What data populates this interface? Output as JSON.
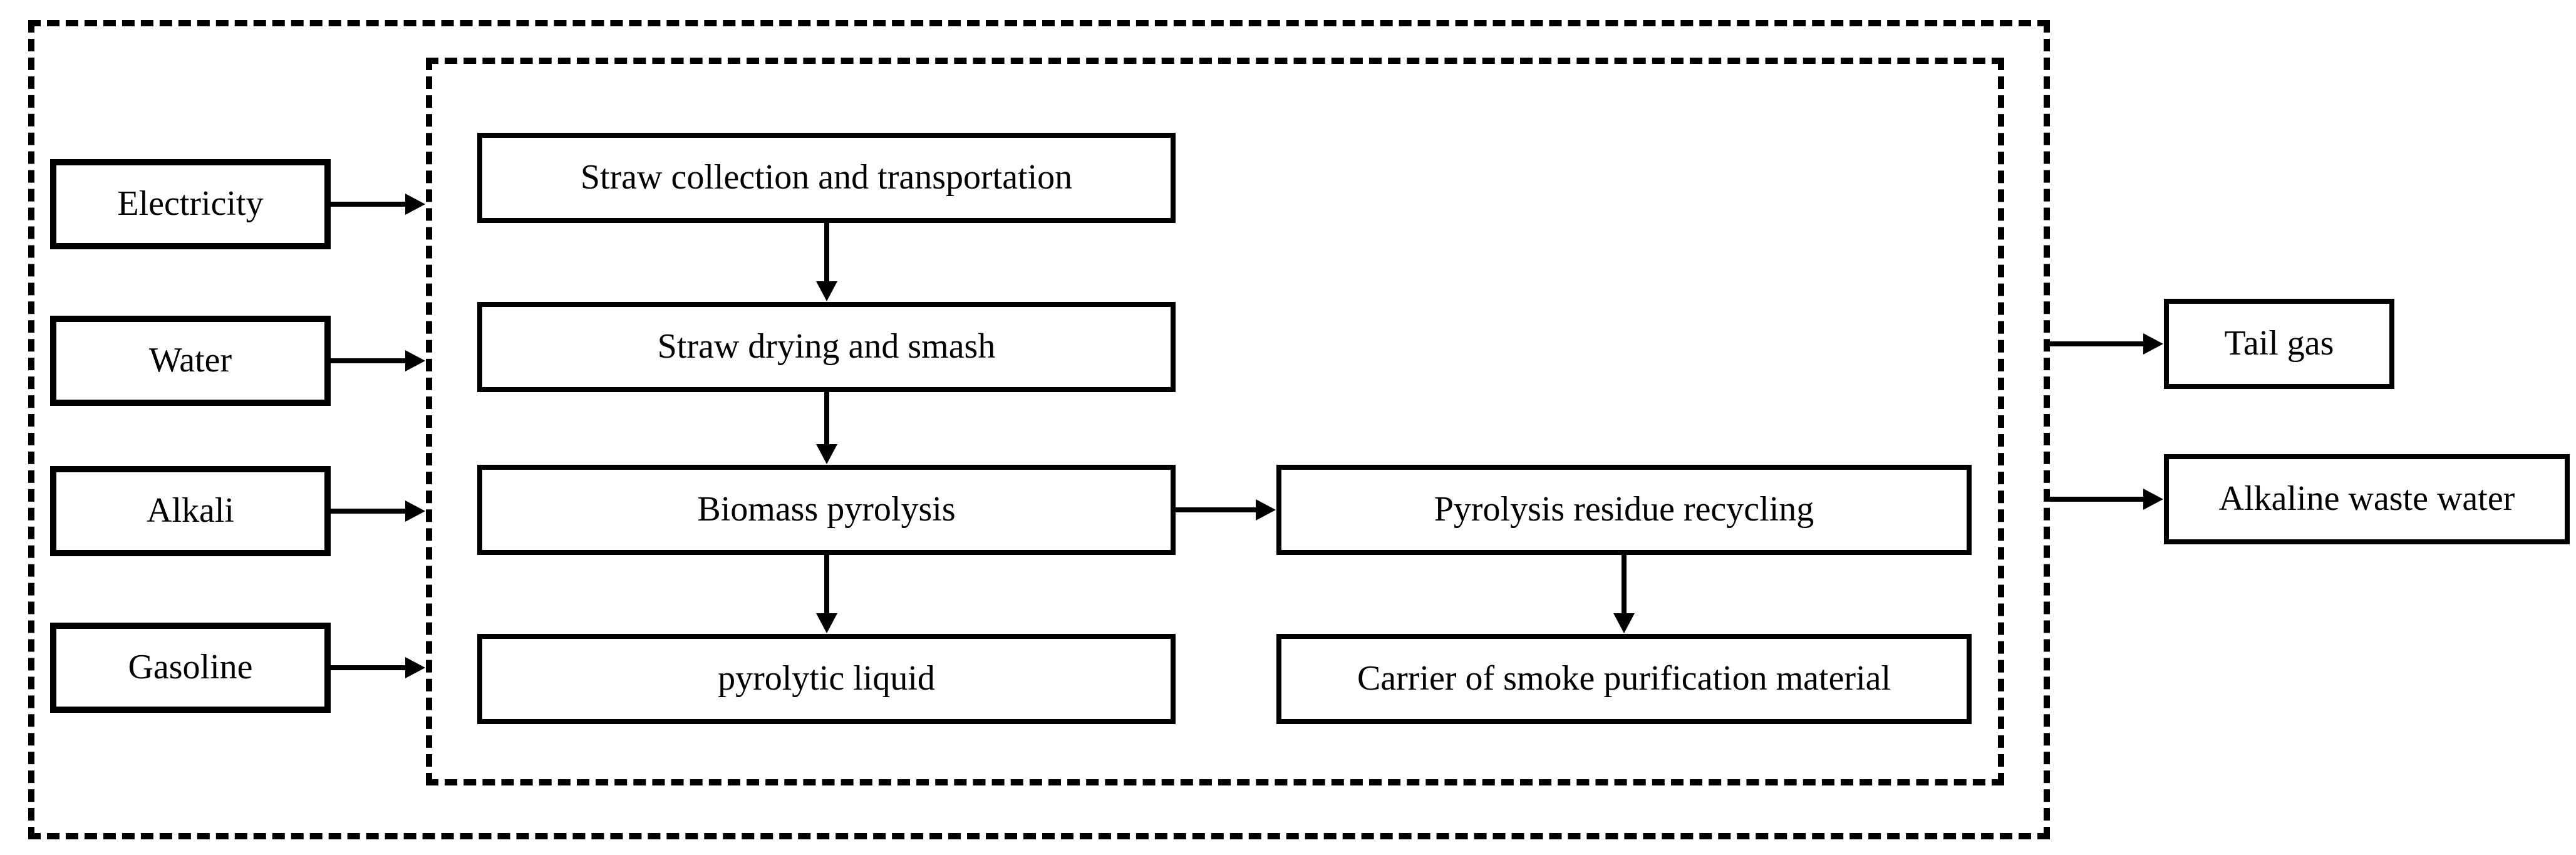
{
  "diagram": {
    "inputs": {
      "electricity": "Electricity",
      "water": "Water",
      "alkali": "Alkali",
      "gasoline": "Gasoline"
    },
    "processes": {
      "straw_collection": "Straw collection and transportation",
      "straw_drying": "Straw drying and smash",
      "biomass_pyrolysis": "Biomass pyrolysis",
      "pyrolytic_liquid": "pyrolytic liquid",
      "residue_recycling": "Pyrolysis residue recycling",
      "carrier": "Carrier of smoke purification material"
    },
    "outputs": {
      "tail_gas": "Tail gas",
      "alkaline_waste_water": "Alkaline waste water"
    },
    "colors": {
      "line": "#000000",
      "background": "#ffffff"
    }
  }
}
